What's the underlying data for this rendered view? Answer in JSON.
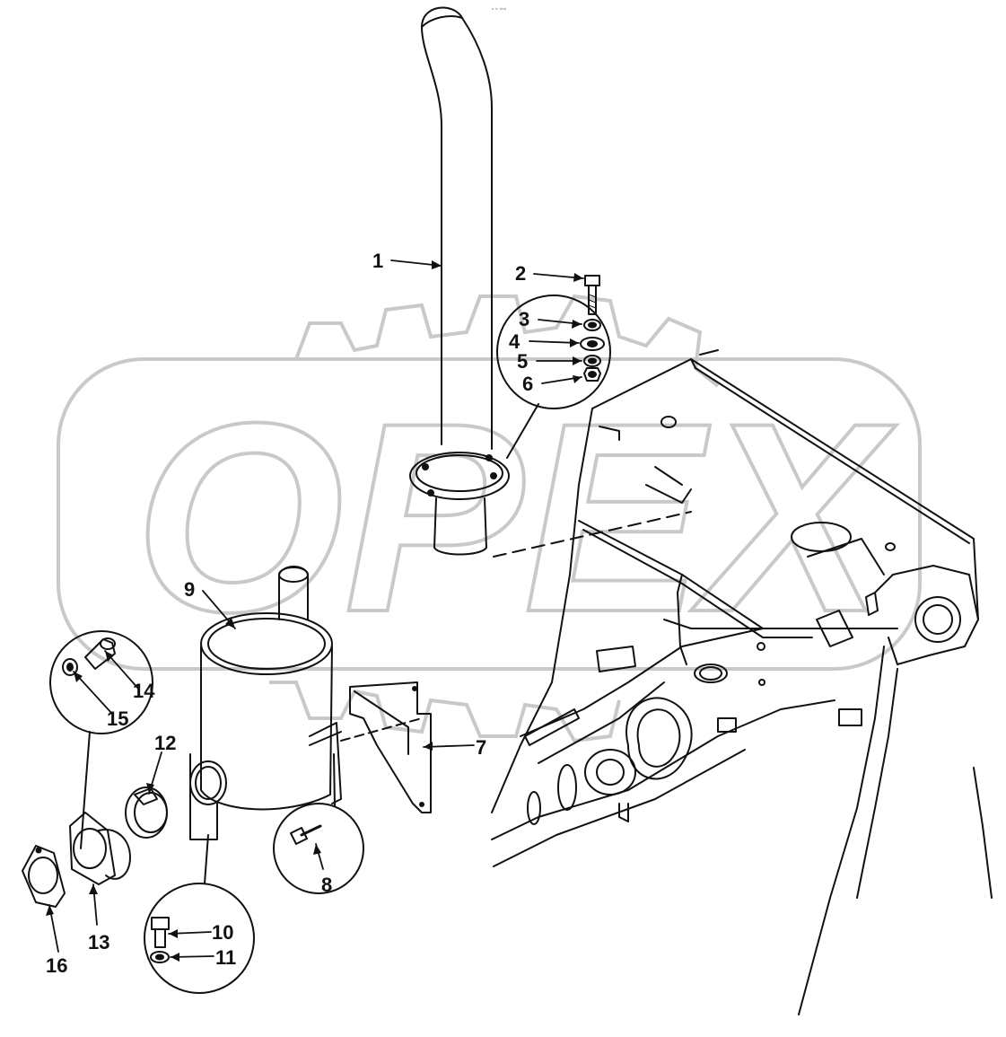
{
  "watermark": {
    "text": "OPEX",
    "color": "#c9c9c9"
  },
  "top_mark": "ᵃ ᵇ ᵇᵇᵇ",
  "callouts": [
    {
      "id": "1",
      "label": "1"
    },
    {
      "id": "2",
      "label": "2"
    },
    {
      "id": "3",
      "label": "3"
    },
    {
      "id": "4",
      "label": "4"
    },
    {
      "id": "5",
      "label": "5"
    },
    {
      "id": "6",
      "label": "6"
    },
    {
      "id": "7",
      "label": "7"
    },
    {
      "id": "8",
      "label": "8"
    },
    {
      "id": "9",
      "label": "9"
    },
    {
      "id": "10",
      "label": "10"
    },
    {
      "id": "11",
      "label": "11"
    },
    {
      "id": "12",
      "label": "12"
    },
    {
      "id": "13",
      "label": "13"
    },
    {
      "id": "14",
      "label": "14"
    },
    {
      "id": "15",
      "label": "15"
    },
    {
      "id": "16",
      "label": "16"
    }
  ],
  "colors": {
    "line": "#111111",
    "watermark": "#c9c9c9"
  }
}
